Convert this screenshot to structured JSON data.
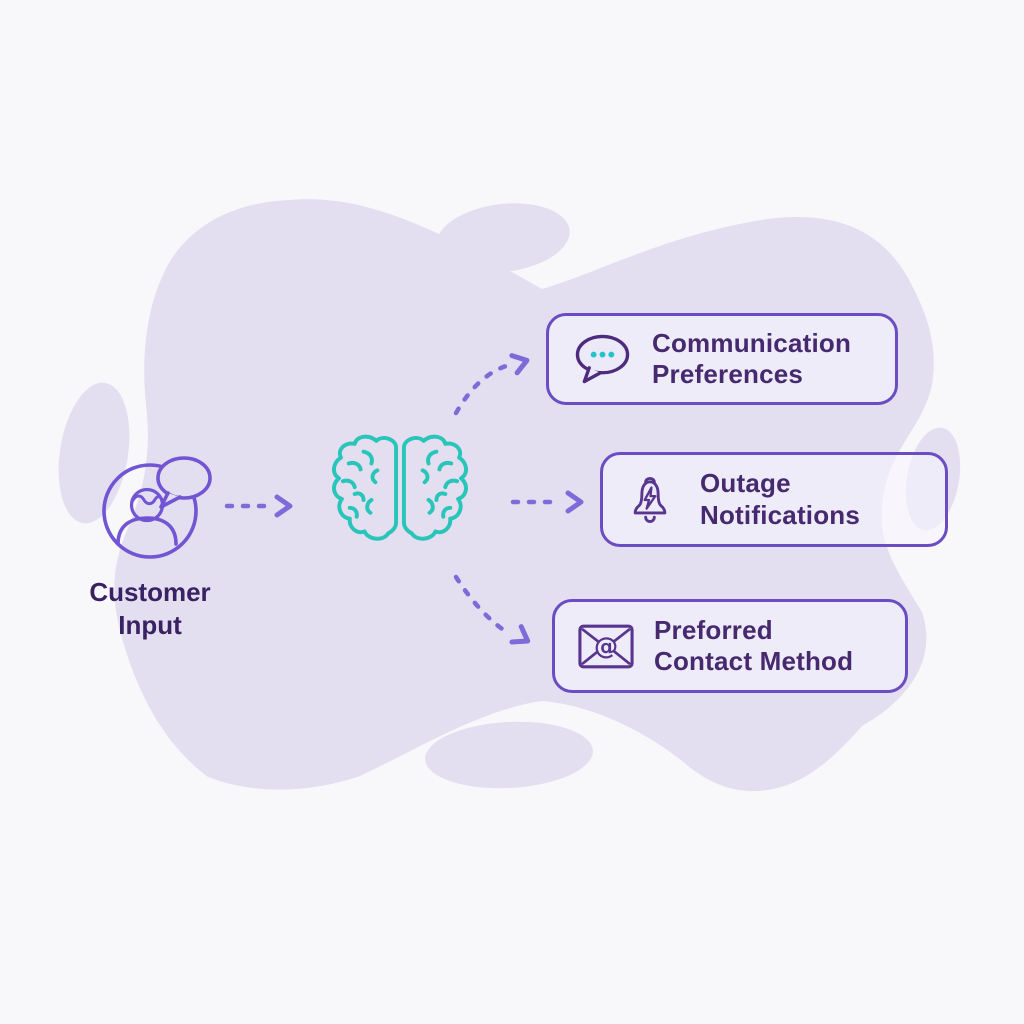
{
  "colors": {
    "background": "#f8f7fa",
    "blob": "#e3dff1",
    "box_fill": "#eae7f6",
    "box_border": "#6b4cc3",
    "box_text": "#46296e",
    "input_label_text": "#3a2163",
    "person_icon": "#7155d3",
    "brain_icon": "#29c5b8",
    "arrow": "#7e6ad8",
    "box_icon_stroke": "#5a3590",
    "chat_icon_stroke": "#4f2b7e",
    "chat_dots": "#24c3c7"
  },
  "nodes": {
    "input": {
      "icon": "person-chat-icon",
      "label": "Customer Input",
      "label_lines": [
        "Customer",
        "Input"
      ]
    },
    "processor": {
      "icon": "brain-icon"
    },
    "outputs": [
      {
        "icon": "chat-bubble-dots-icon",
        "label": "Communication Preferences",
        "label_lines": [
          "Communication",
          "Preferences"
        ]
      },
      {
        "icon": "alert-bell-icon",
        "label": "Outage Notifications",
        "label_lines": [
          "Outage",
          "Notifications"
        ]
      },
      {
        "icon": "email-at-icon",
        "label": "Preforred Contact Method",
        "label_lines": [
          "Preforred",
          "Contact Method"
        ]
      }
    ]
  },
  "arrows": [
    {
      "from": "customer-input",
      "to": "brain",
      "style": "dashed"
    },
    {
      "from": "brain",
      "to": "communication-preferences",
      "style": "dashed"
    },
    {
      "from": "brain",
      "to": "outage-notifications",
      "style": "dashed"
    },
    {
      "from": "brain",
      "to": "preferred-contact-method",
      "style": "dashed"
    }
  ]
}
